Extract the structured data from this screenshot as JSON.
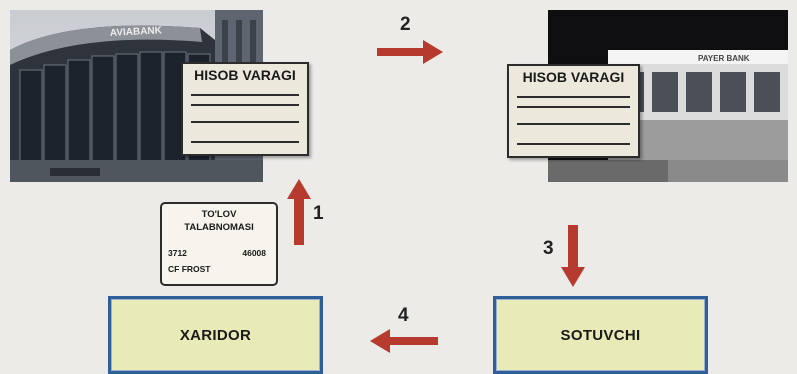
{
  "documents": {
    "invoice_title": "HISOB VARAGI"
  },
  "buildings": {
    "left_sign": "AVIABANK",
    "right_sign": "PAYER BANK"
  },
  "payment_request": {
    "title_line1": "TO'LOV",
    "title_line2": "TALABNOMASI",
    "number_left": "3712",
    "number_right": "46008",
    "name": "CF FROST"
  },
  "steps": {
    "s1": "1",
    "s2": "2",
    "s3": "3",
    "s4": "4"
  },
  "parties": {
    "buyer": "XARIDOR",
    "seller": "SOTUVCHI"
  },
  "colors": {
    "arrow": "#b63a2e",
    "party_fill": "#e8eab8",
    "party_border": "#2e5f9a"
  }
}
